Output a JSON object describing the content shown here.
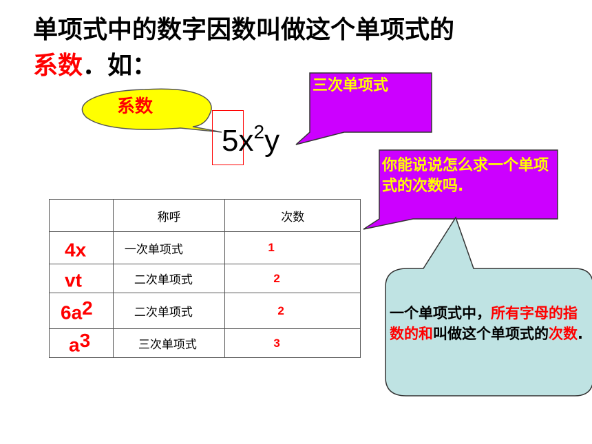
{
  "title": {
    "line1": "单项式中的数字因数叫做这个单项式的",
    "keyword": "系数",
    "suffix": "．如："
  },
  "coefficient_bubble": {
    "label": "系数"
  },
  "expression": {
    "base1": "5x",
    "exp1": "2",
    "base2": "y"
  },
  "degree_callout": {
    "text": "三次单项式"
  },
  "question_callout": {
    "text": "你能说说怎么求一个单项式的次数吗."
  },
  "definition_callout": {
    "part1": "一个单项式中，",
    "highlight": "所有字母的指数的和",
    "part2": "叫做这个单项式的",
    "keyword": "次数",
    "end": "."
  },
  "table": {
    "headers": [
      "",
      "称呼",
      "次数"
    ],
    "rows": [
      {
        "term": "4x",
        "term_exp": "",
        "name": "一次单项式",
        "degree": "1"
      },
      {
        "term": "vt",
        "term_exp": "",
        "name": "二次单项式",
        "degree": "2"
      },
      {
        "term": "6a",
        "term_exp": "2",
        "name": "二次单项式",
        "degree": "2"
      },
      {
        "term": "a",
        "term_exp": "3",
        "name": "三次单项式",
        "degree": "3"
      }
    ]
  },
  "colors": {
    "highlight_red": "#ff0000",
    "bubble_yellow": "#ffff00",
    "callout_magenta": "#cc00ff",
    "callout_teal": "#bfe3e3"
  }
}
